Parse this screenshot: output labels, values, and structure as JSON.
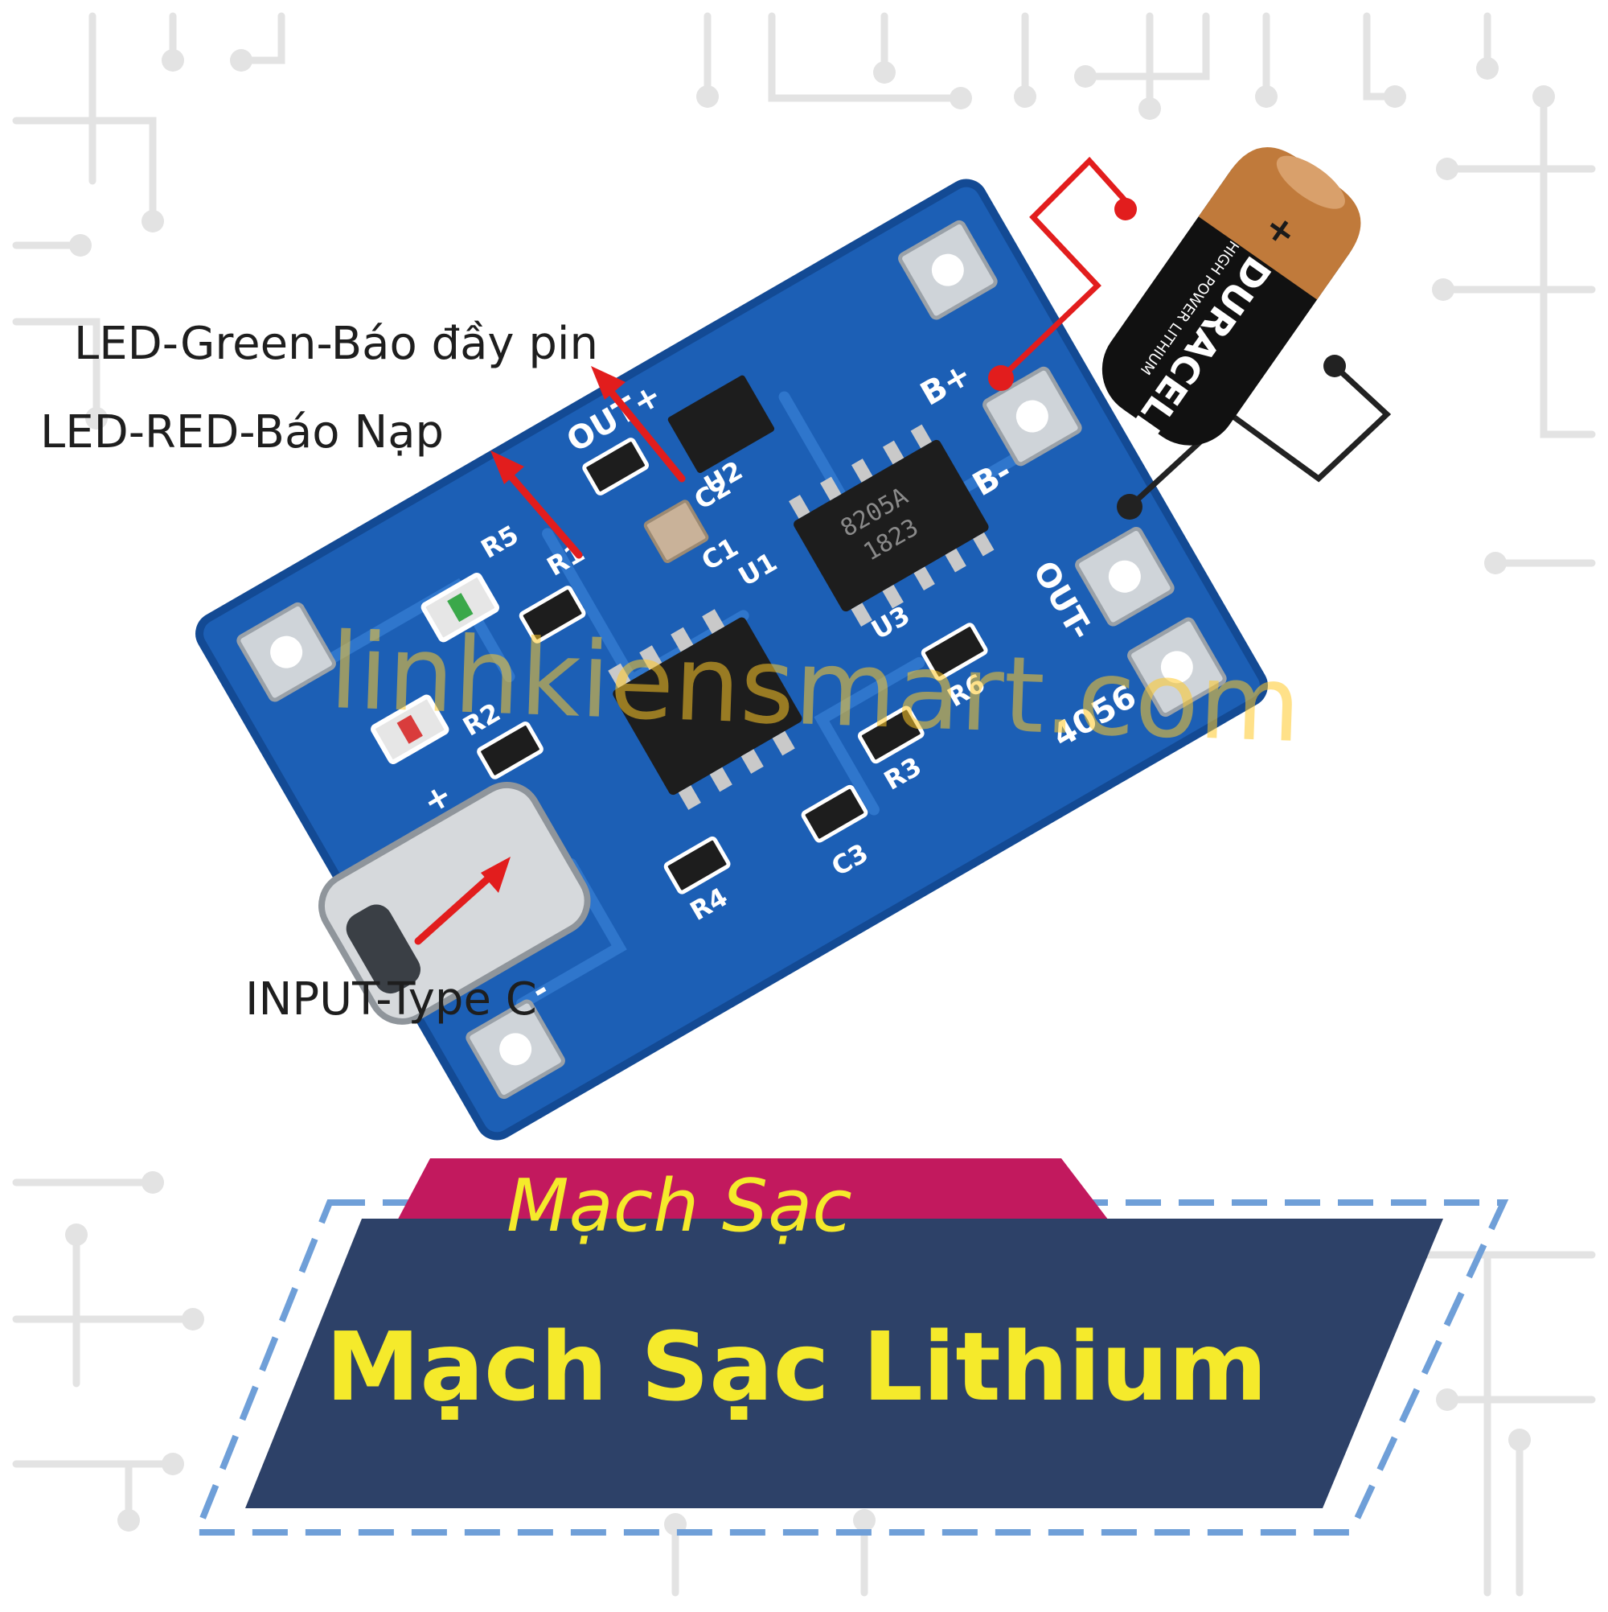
{
  "callouts": {
    "led_green": "LED-Green-Báo đầy pin",
    "led_red": "LED-RED-Báo Nạp",
    "input": "INPUT-Type C"
  },
  "watermark": "linhkiensmart.com",
  "banner": {
    "subtitle": "Mạch Sạc",
    "title": "Mạch Sạc Lithium"
  },
  "board": {
    "labels": {
      "out_plus": "OUT+",
      "out_minus": "OUT-",
      "b_plus": "B+",
      "b_minus": "B-",
      "chip_main": "4056",
      "chip_protect": "8205A",
      "chip_date": "1823",
      "input_plus": "+",
      "input_minus": "-",
      "r1": "R1",
      "r2": "R2",
      "r3": "R3",
      "r4": "R4",
      "r5": "R5",
      "r6": "R6",
      "c1": "C1",
      "c2": "C2",
      "c3": "C3",
      "u1": "U1",
      "u2": "U2",
      "u3": "U3"
    }
  },
  "battery": {
    "brand": "DURACELL",
    "tagline": "HIGH POWER LITHIUM",
    "polarity": "+"
  },
  "colors": {
    "pcb": "#1c5fb5",
    "pcb_dark": "#134a94",
    "wire_positive": "#e21d1d",
    "wire_negative": "#222222",
    "arrow": "#e21d1d",
    "banner_navy": "#2d4168",
    "banner_magenta": "#c2195e",
    "banner_text": "#f5ea2b",
    "dash_border": "#6f9fd8",
    "circuit_bg": "#e2e2e2"
  }
}
